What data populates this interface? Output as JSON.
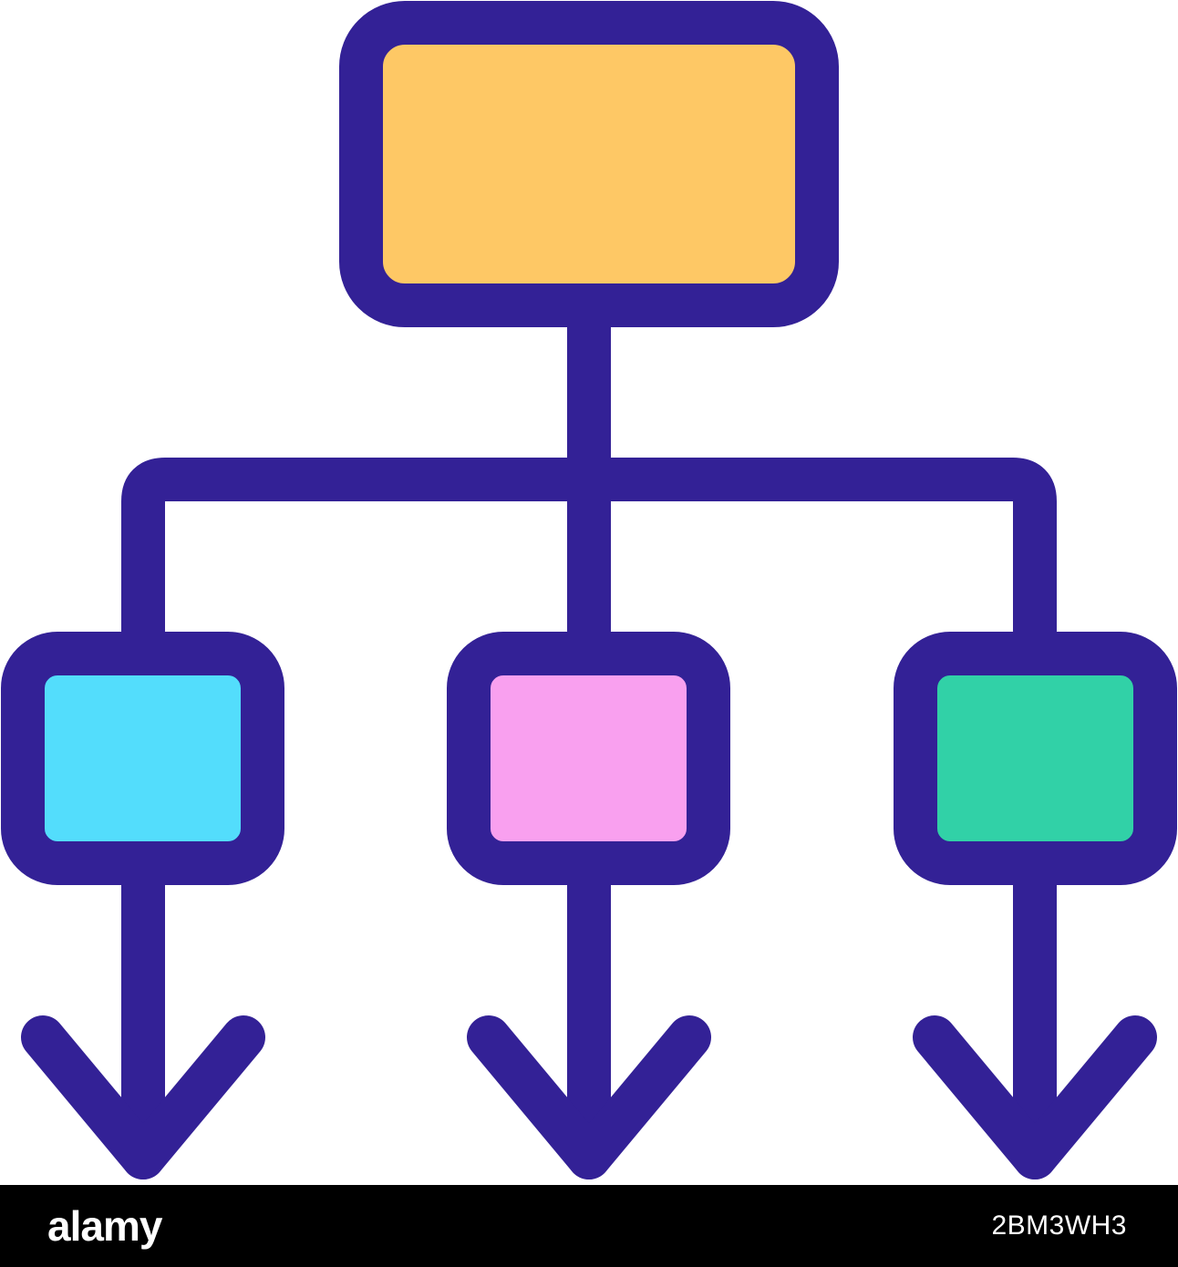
{
  "colors": {
    "stroke": "#332196",
    "root_fill": "#FEC865",
    "child_fills": [
      "#53DDFC",
      "#F9A0EF",
      "#31D1A7"
    ],
    "background": "#FFFFFF",
    "footer_background": "#000000",
    "footer_text": "#FFFFFF"
  },
  "diagram": {
    "root": {
      "name": "root-node"
    },
    "children": [
      {
        "name": "child-node-left"
      },
      {
        "name": "child-node-middle"
      },
      {
        "name": "child-node-right"
      }
    ]
  },
  "footer": {
    "brand": "alamy",
    "image_id": "2BM3WH3"
  }
}
